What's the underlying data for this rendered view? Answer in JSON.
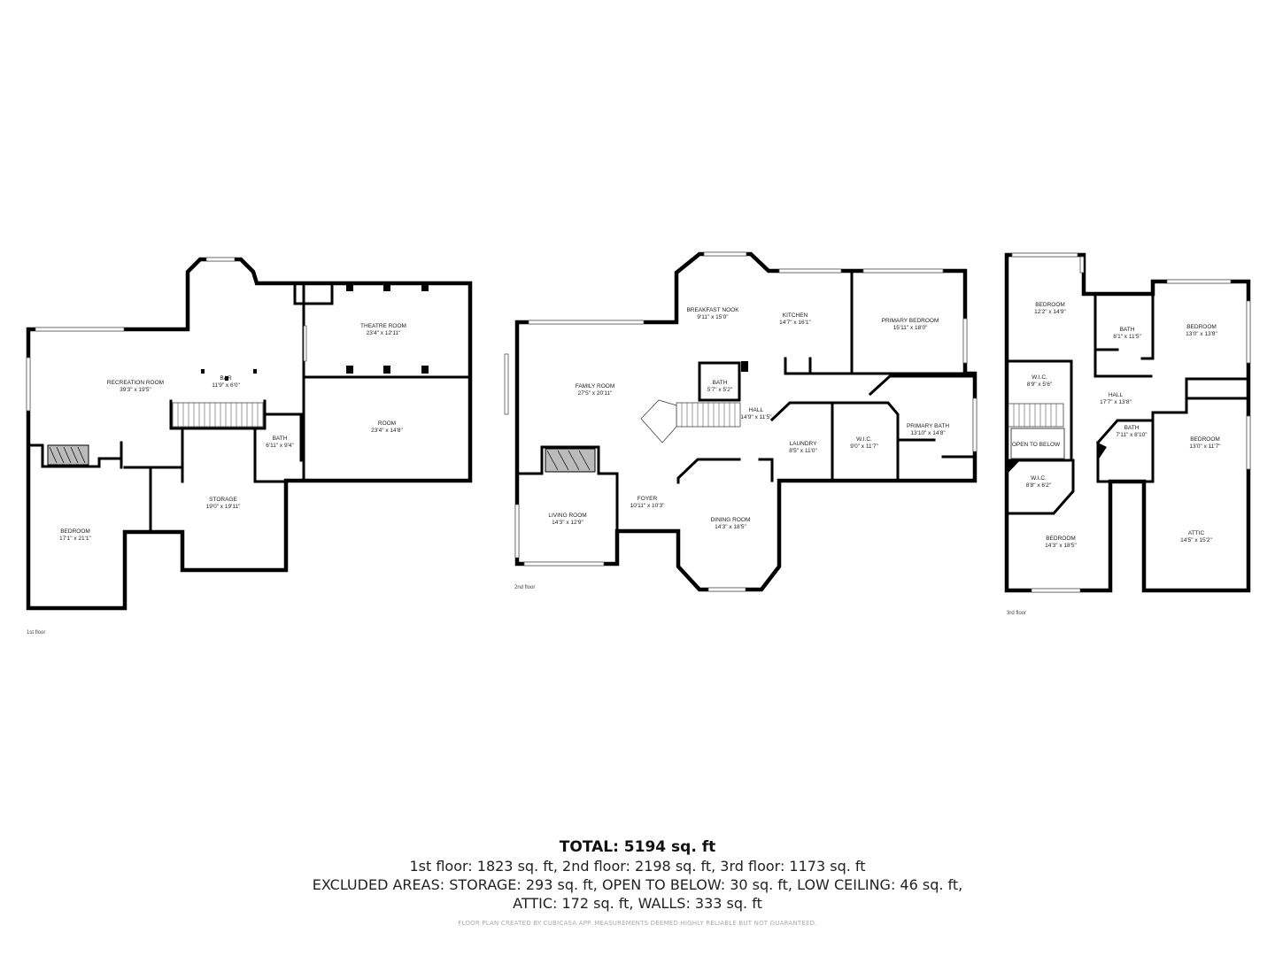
{
  "floors": [
    {
      "label": "1st floor",
      "rooms": [
        {
          "name": "RECREATION ROOM",
          "dims": "39'3\" x 19'5\""
        },
        {
          "name": "BAR",
          "dims": "11'9\" x 6'0\""
        },
        {
          "name": "THEATRE ROOM",
          "dims": "23'4\" x 12'11\""
        },
        {
          "name": "ROOM",
          "dims": "23'4\" x 14'8\""
        },
        {
          "name": "BATH",
          "dims": "6'11\" x 9'4\""
        },
        {
          "name": "STORAGE",
          "dims": "19'0\" x 19'11\""
        },
        {
          "name": "BEDROOM",
          "dims": "17'1\" x 21'1\""
        }
      ]
    },
    {
      "label": "2nd floor",
      "rooms": [
        {
          "name": "BREAKFAST NOOK",
          "dims": "9'11\" x 15'0\""
        },
        {
          "name": "KITCHEN",
          "dims": "14'7\" x 16'1\""
        },
        {
          "name": "PRIMARY BEDROOM",
          "dims": "15'11\" x 18'0\""
        },
        {
          "name": "FAMILY ROOM",
          "dims": "27'5\" x 20'11\""
        },
        {
          "name": "BATH",
          "dims": "5'7\" x 5'2\""
        },
        {
          "name": "HALL",
          "dims": "14'9\" x 11'5\""
        },
        {
          "name": "LAUNDRY",
          "dims": "8'5\" x 11'0\""
        },
        {
          "name": "W.I.C.",
          "dims": "9'0\" x 11'7\""
        },
        {
          "name": "PRIMARY BATH",
          "dims": "13'10\" x 14'8\""
        },
        {
          "name": "FOYER",
          "dims": "10'11\" x 10'3\""
        },
        {
          "name": "LIVING ROOM",
          "dims": "14'3\" x 12'9\""
        },
        {
          "name": "DINING ROOM",
          "dims": "14'3\" x 18'5\""
        }
      ]
    },
    {
      "label": "3rd floor",
      "rooms": [
        {
          "name": "BEDROOM",
          "dims": "12'2\" x 14'9\""
        },
        {
          "name": "BATH",
          "dims": "8'1\" x 11'5\""
        },
        {
          "name": "BEDROOM",
          "dims": "13'0\" x 13'8\""
        },
        {
          "name": "W.I.C.",
          "dims": "8'9\" x 5'6\""
        },
        {
          "name": "HALL",
          "dims": "17'7\" x 13'8\""
        },
        {
          "name": "OPEN TO BELOW",
          "dims": ""
        },
        {
          "name": "BATH",
          "dims": "7'11\" x 8'10\""
        },
        {
          "name": "BEDROOM",
          "dims": "13'0\" x 11'7\""
        },
        {
          "name": "W.I.C.",
          "dims": "8'8\" x 6'2\""
        },
        {
          "name": "BEDROOM",
          "dims": "14'3\" x 18'5\""
        },
        {
          "name": "ATTIC",
          "dims": "14'5\" x 15'2\""
        }
      ]
    }
  ],
  "summary": {
    "total": "TOTAL: 5194 sq. ft",
    "floors_line": "1st floor: 1823 sq. ft, 2nd floor: 2198 sq. ft, 3rd floor: 1173 sq. ft",
    "excluded_line1": "EXCLUDED AREAS: STORAGE: 293 sq. ft, OPEN TO BELOW: 30 sq. ft, LOW CEILING: 46 sq. ft,",
    "excluded_line2": "ATTIC: 172 sq. ft, WALLS: 333 sq. ft",
    "disclaimer": "FLOOR PLAN CREATED BY CUBICASA APP. MEASUREMENTS DEEMED HIGHLY RELIABLE BUT NOT GUARANTEED."
  }
}
